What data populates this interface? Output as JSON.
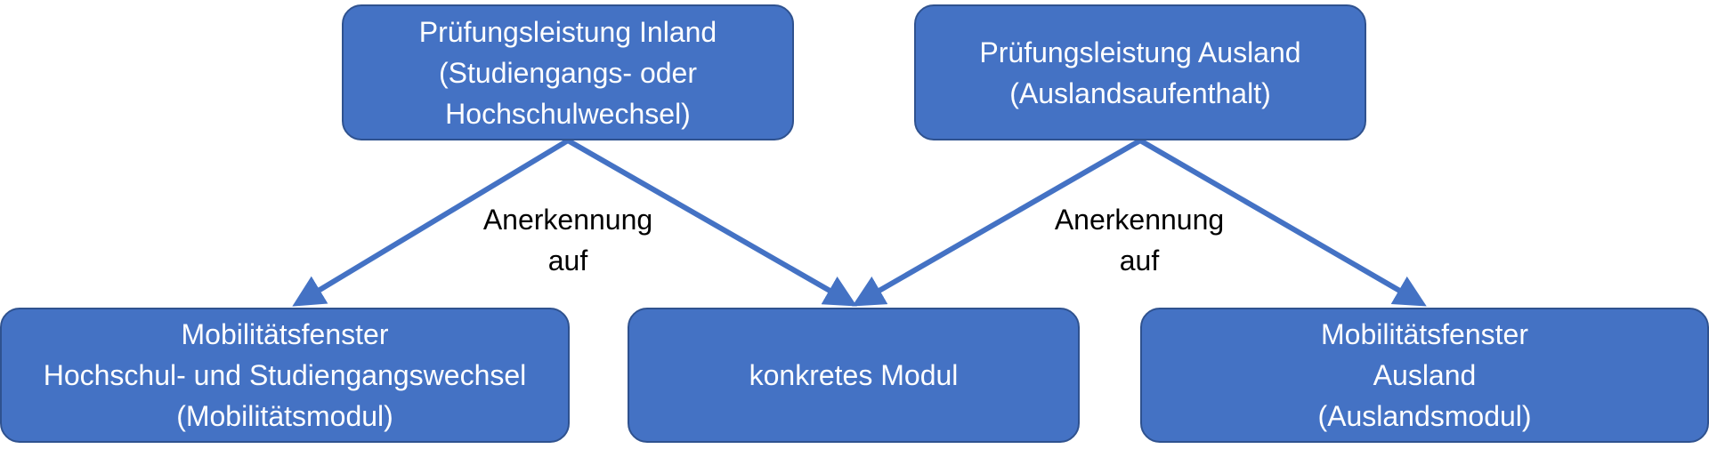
{
  "nodes": {
    "top_left": {
      "lines": [
        "Prüfungsleistung Inland",
        "(Studiengangs- oder",
        "Hochschulwechsel)"
      ]
    },
    "top_right": {
      "lines": [
        "Prüfungsleistung Ausland",
        "(Auslandsaufenthalt)"
      ]
    },
    "bottom_left": {
      "lines": [
        "Mobilitätsfenster",
        "Hochschul- und Studiengangswechsel",
        "(Mobilitätsmodul)"
      ]
    },
    "bottom_middle": {
      "lines": [
        "konkretes Modul"
      ]
    },
    "bottom_right": {
      "lines": [
        "Mobilitätsfenster",
        "Ausland",
        "(Auslandsmodul)"
      ]
    }
  },
  "edge_labels": {
    "left": {
      "lines": [
        "Anerkennung",
        "auf"
      ]
    },
    "right": {
      "lines": [
        "Anerkennung",
        "auf"
      ]
    }
  },
  "edges": [
    {
      "from": "top_left",
      "to": "bottom_left"
    },
    {
      "from": "top_left",
      "to": "bottom_middle"
    },
    {
      "from": "top_right",
      "to": "bottom_middle"
    },
    {
      "from": "top_right",
      "to": "bottom_right"
    }
  ],
  "colors": {
    "box_fill": "#4472c4",
    "box_border": "#2f528f",
    "box_text": "#ffffff",
    "arrow": "#4472c4",
    "label_text": "#000000"
  }
}
